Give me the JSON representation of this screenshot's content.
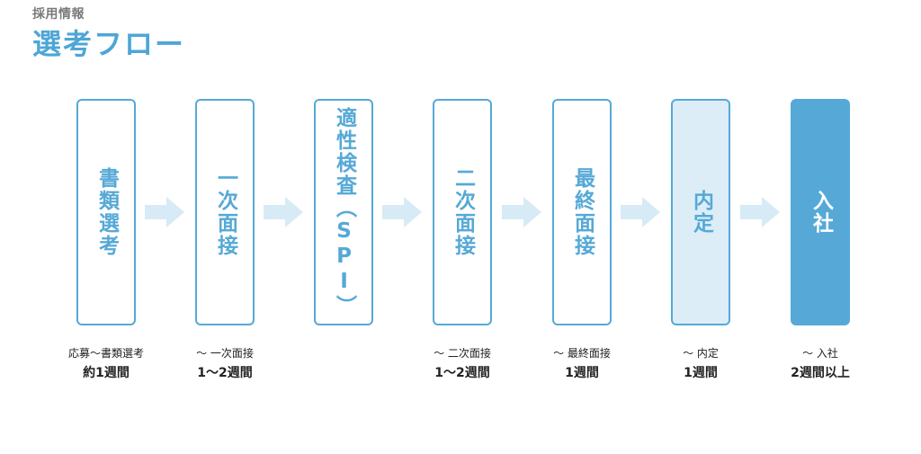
{
  "header": {
    "eyebrow": "採用情報",
    "title": "選考フロー"
  },
  "colors": {
    "accent": "#56a9d6",
    "light_fill": "#dcedf8",
    "arrow": "#d7ebf6"
  },
  "steps": [
    {
      "label": "書類選考",
      "note": "応募〜書類選考",
      "duration": "約1週間"
    },
    {
      "label": "一次面接",
      "note": "〜 一次面接",
      "duration": "1〜2週間"
    },
    {
      "label": "適性検査（SPI）",
      "note": "",
      "duration": ""
    },
    {
      "label": "二次面接",
      "note": "〜 二次面接",
      "duration": "1〜2週間"
    },
    {
      "label": "最終面接",
      "note": "〜 最終面接",
      "duration": "1週間"
    },
    {
      "label": "内定",
      "note": "〜 内定",
      "duration": "1週間"
    },
    {
      "label": "入社",
      "note": "〜 入社",
      "duration": "2週間以上"
    }
  ]
}
